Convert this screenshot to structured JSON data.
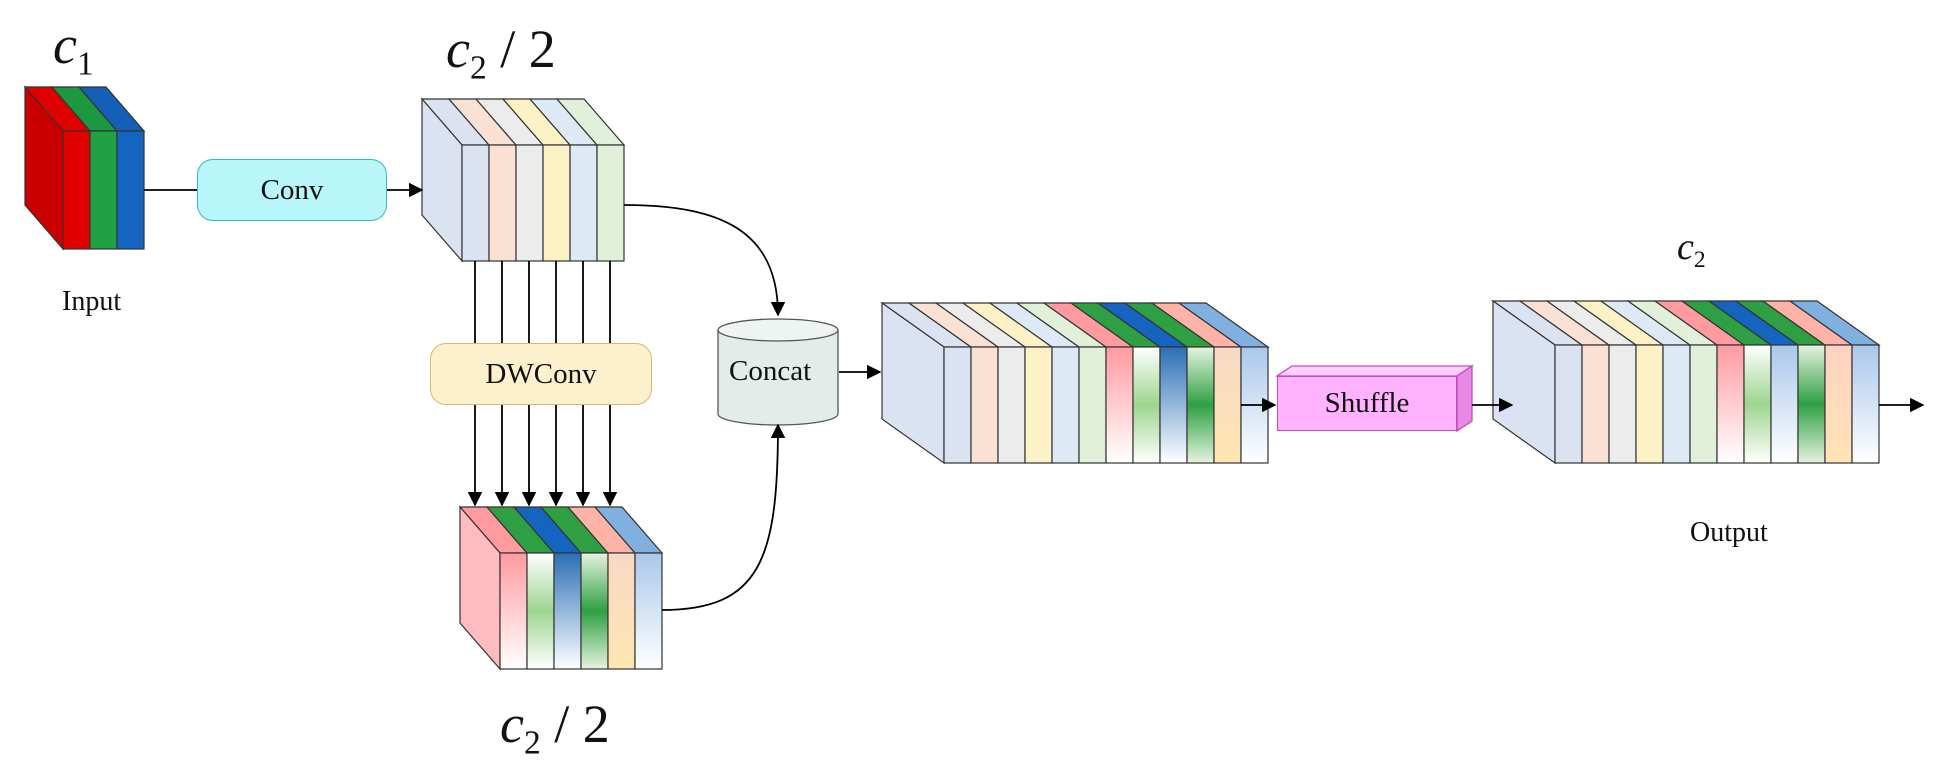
{
  "labels": {
    "input_channels": {
      "base": "c",
      "sub": "1"
    },
    "half_channels_top": {
      "base": "c",
      "sub": "2",
      "suffix": " / 2"
    },
    "half_channels_bottom": {
      "base": "c",
      "sub": "2",
      "suffix": " / 2"
    },
    "output_channels": {
      "base": "c",
      "sub": "2"
    },
    "input": "Input",
    "output": "Output"
  },
  "blocks": {
    "conv": "Conv",
    "dwconv": "DWConv",
    "concat": "Concat",
    "shuffle": "Shuffle"
  },
  "colors": {
    "red": "#e00000",
    "green": "#1fa043",
    "blue": "#1565c0",
    "conv_fill": "#b8f6fa",
    "dwconv_fill": "#fdf0cd",
    "concat_fill": "#e3ece9",
    "shuffle_fill": "#ffb3ff",
    "slice_pastels": [
      "#dbe3f3",
      "#fbe0d4",
      "#ececec",
      "#fdf1c6",
      "#dde9f5",
      "#e2f0da"
    ]
  }
}
